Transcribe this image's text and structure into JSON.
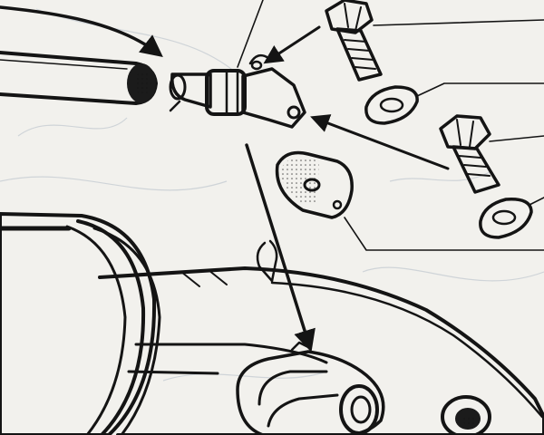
{
  "diagram": {
    "paper_color": "#f2f1ed",
    "ink_color": "#141414",
    "background_sketch_color": "#cfd4d8",
    "parts": [
      "hose-pipe",
      "banjo-union-fitting",
      "upper-hex-bolt",
      "upper-sealing-washer",
      "lower-hex-bolt",
      "lower-sealing-washer",
      "gasket-plate",
      "split-pin",
      "cylinder-housing",
      "brake-caliper-arm",
      "round-bushing"
    ],
    "callout_lines": 5,
    "assembly_arrows": 4
  }
}
